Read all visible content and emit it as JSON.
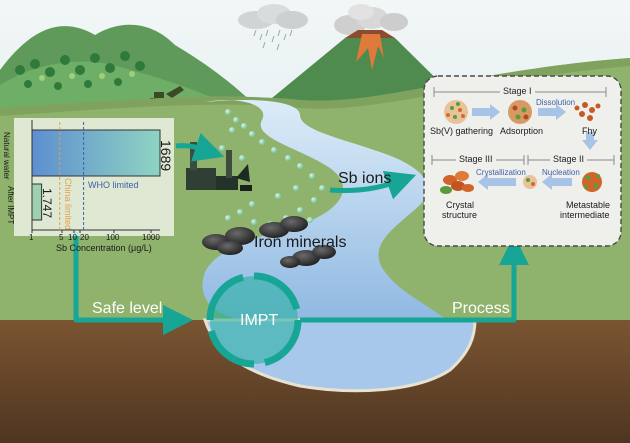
{
  "labels": {
    "sb_ions": "Sb ions",
    "iron_minerals": "Iron minerals",
    "impt": "IMPT",
    "safe_level": "Safe level",
    "process": "Process"
  },
  "inset_chart": {
    "bar_labels": [
      "Natural water",
      "After IMPT"
    ],
    "bar_values": [
      "1689",
      "1.747"
    ],
    "who_label": "WHO limited",
    "china_label": "China limited",
    "xlabel": "Sb Concentration (μg/L)",
    "ticks": [
      "1",
      "5",
      "10",
      "20",
      "100",
      "1000"
    ]
  },
  "chart_data": {
    "type": "bar",
    "orientation": "horizontal",
    "categories": [
      "Natural water",
      "After IMPT"
    ],
    "values": [
      1689,
      1.747
    ],
    "xlabel": "Sb Concentration (μg/L)",
    "xscale": "log",
    "xlim": [
      1,
      1689
    ],
    "reference_lines": [
      {
        "label": "China limited",
        "value": 5,
        "color": "#e6a04a"
      },
      {
        "label": "WHO limited",
        "value": 20,
        "color": "#3f5fa8"
      }
    ],
    "bar_colors": [
      "#6f9ed9",
      "#9fd1b0"
    ]
  },
  "mechanism": {
    "stage1": "Stage I",
    "stage2": "Stage II",
    "stage3": "Stage III",
    "sb_gathering": "Sb(V) gathering",
    "adsorption": "Adsorption",
    "dissolution": "Dissolution",
    "fhy": "Fhy",
    "nucleation": "Nucleation",
    "crystallization": "Crystallization",
    "metastable_line1": "Metastable",
    "metastable_line2": "intermediate",
    "crystal_line1": "Crystal",
    "crystal_line2": "structure"
  },
  "colors": {
    "teal_arrow": "#17a596",
    "sky": "#dcecef",
    "grass": "#8fb26c",
    "river": "#b9d6ef",
    "soil": "#6b4a2a"
  }
}
